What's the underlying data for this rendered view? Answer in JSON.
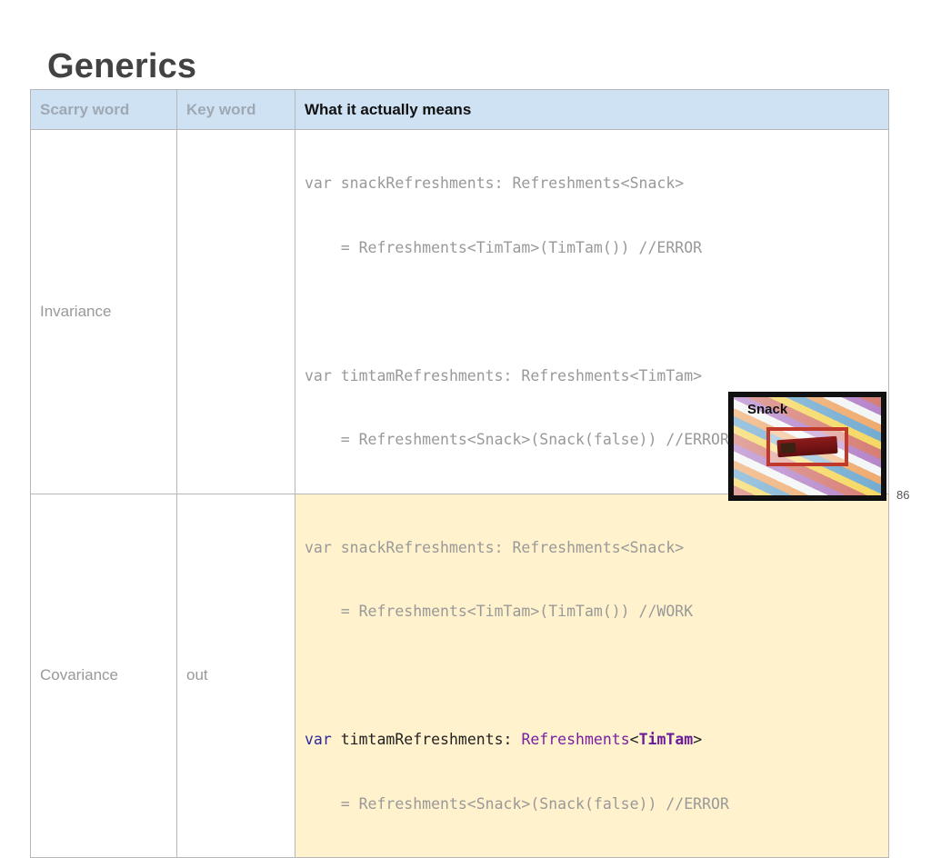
{
  "slide": {
    "title": "Generics",
    "page_number": "86"
  },
  "table": {
    "headers": [
      "Scarry word",
      "Key word",
      "What it actually means"
    ],
    "rows": [
      {
        "scary_word": "Invariance",
        "key_word": "",
        "code": [
          "var snackRefreshments: Refreshments<Snack>",
          "    = Refreshments<TimTam>(TimTam()) //ERROR",
          "var timtamRefreshments: Refreshments<TimTam>",
          "    = Refreshments<Snack>(Snack(false)) //ERROR"
        ]
      },
      {
        "scary_word": "Covariance",
        "key_word": "out",
        "code": [
          "var snackRefreshments: Refreshments<Snack>",
          "    = Refreshments<TimTam>(TimTam()) //WORK",
          "var timtamRefreshments: Refreshments<TimTam>",
          "    = Refreshments<Snack>(Snack(false)) //ERROR"
        ],
        "highlight_tokens": {
          "kw": "var",
          "ident": " timtamRefreshments: ",
          "type": "Refreshments",
          "open": "<",
          "generic": "TimTam",
          "close": ">"
        }
      }
    ]
  },
  "image": {
    "label": "Snack"
  },
  "colors": {
    "header_bg": "#cfe2f3",
    "highlight_row_bg": "#fff2cc"
  }
}
